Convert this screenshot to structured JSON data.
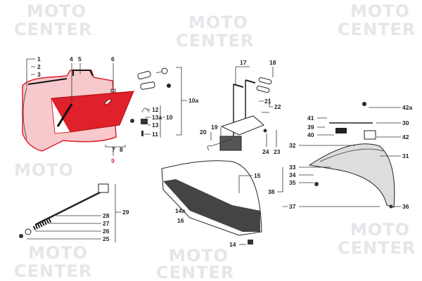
{
  "watermark": {
    "line1": "MOTO",
    "line2": "CENTER"
  },
  "colors": {
    "highlight": "#e0202a",
    "ink": "#222222",
    "watermark": "#e6e6ea"
  },
  "parts": [
    "1",
    "2",
    "3",
    "4",
    "5",
    "6",
    "10a",
    "12",
    "13a",
    "10",
    "13",
    "11",
    "7",
    "8",
    "9",
    "17",
    "18",
    "21",
    "22",
    "19",
    "20",
    "24",
    "23",
    "15",
    "14a",
    "16",
    "14",
    "41",
    "42a",
    "30",
    "39",
    "40",
    "42",
    "32",
    "31",
    "33",
    "34",
    "35",
    "38",
    "37",
    "36",
    "28",
    "27",
    "26",
    "25",
    "29"
  ],
  "highlighted_part": "9"
}
